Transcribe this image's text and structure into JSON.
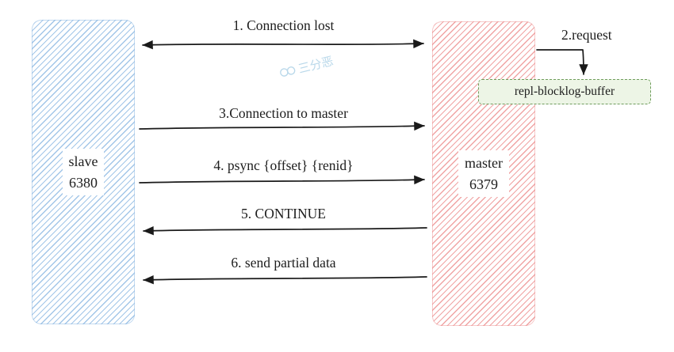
{
  "diagram": {
    "type": "sequence-diagram",
    "nodes": {
      "slave": {
        "name": "slave",
        "port": "6380"
      },
      "master": {
        "name": "master",
        "port": "6379"
      },
      "buffer": {
        "label": "repl-blocklog-buffer"
      }
    },
    "messages": [
      {
        "label": "1. Connection lost",
        "from": "slave",
        "to": "master",
        "arrow": "double"
      },
      {
        "label": "2.request",
        "from": "master",
        "to": "repl-blocklog-buffer",
        "arrow": "single-down"
      },
      {
        "label": "3.Connection to master",
        "from": "slave",
        "to": "master",
        "arrow": "single-right"
      },
      {
        "label": "4. psync {offset} {renid}",
        "from": "slave",
        "to": "master",
        "arrow": "single-right"
      },
      {
        "label": "5. CONTINUE",
        "from": "master",
        "to": "slave",
        "arrow": "single-left"
      },
      {
        "label": "6. send partial data",
        "from": "master",
        "to": "slave",
        "arrow": "single-left"
      }
    ],
    "watermark": {
      "text": "三分恶"
    },
    "colors": {
      "slave_hatch": "#92bce4",
      "master_hatch": "#ee9494",
      "buffer_fill": "#edf5e6",
      "buffer_border": "#6f9d5d",
      "arrow": "#1a1a1a",
      "watermark": "#b9d8ea",
      "background": "#ffffff"
    }
  }
}
